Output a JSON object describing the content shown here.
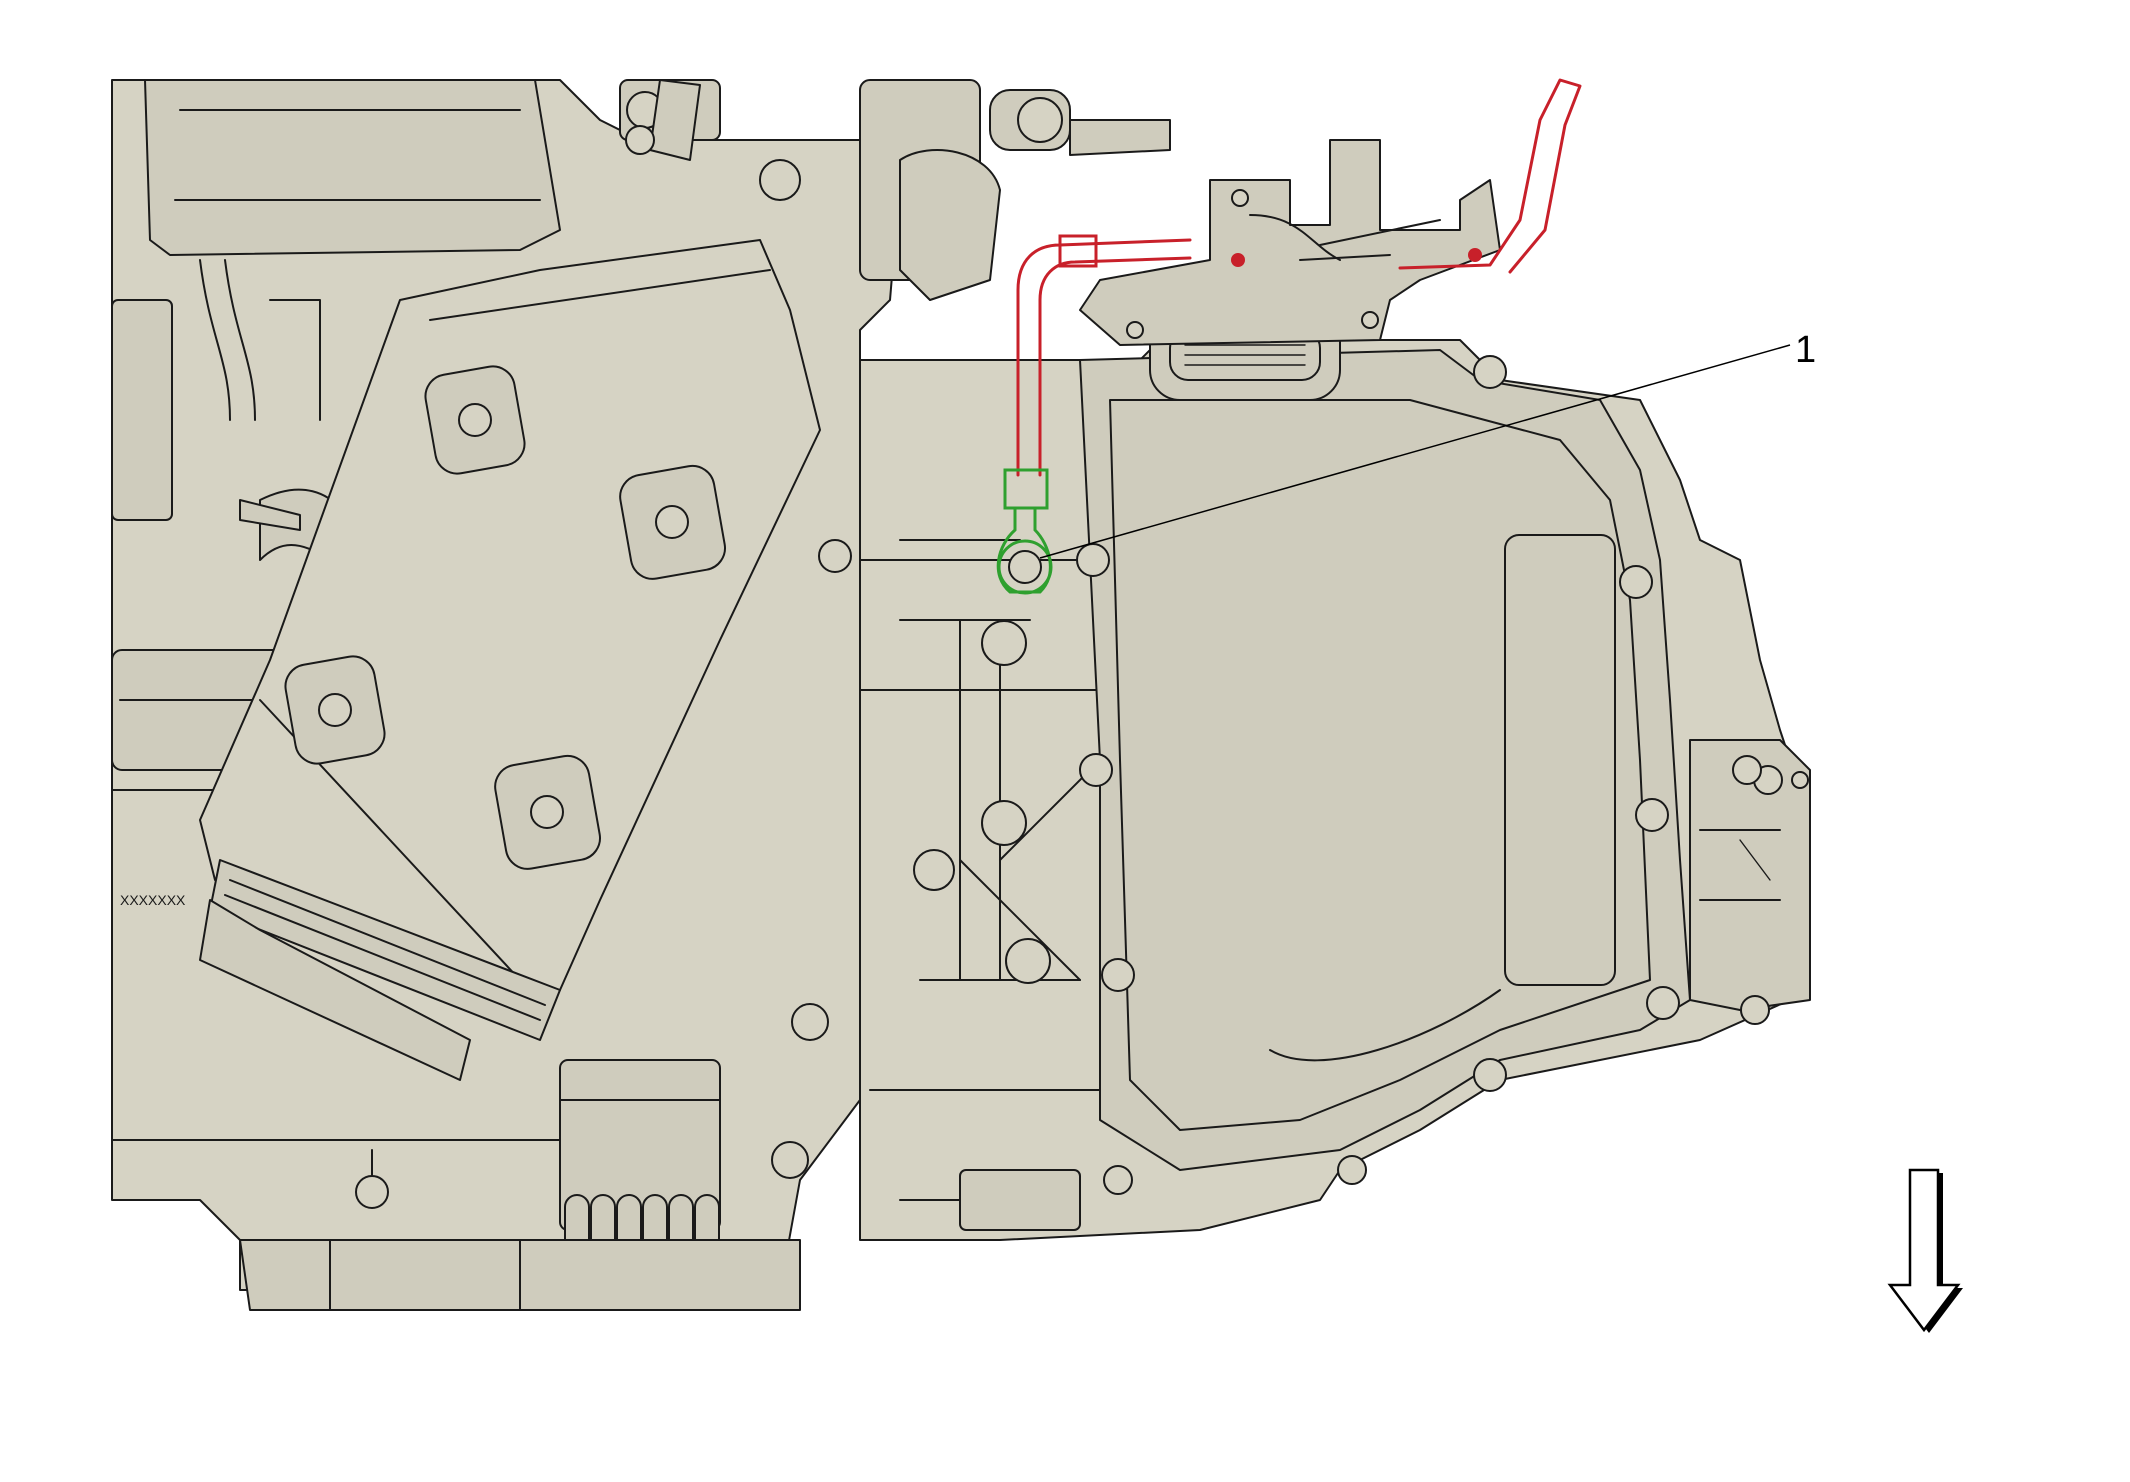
{
  "diagram": {
    "colors": {
      "housing_fill": "#d6d3c4",
      "outline": "#1a1a1a",
      "harness_red": "#c8202a",
      "ground_green": "#2fa02f",
      "background": "#ffffff"
    },
    "callouts": [
      {
        "id": "1",
        "label": "1"
      }
    ],
    "component_labels": [
      {
        "id": "stamp-left",
        "text": "XXXXXXX"
      }
    ],
    "icons": {
      "direction": "arrow-down-icon"
    }
  }
}
